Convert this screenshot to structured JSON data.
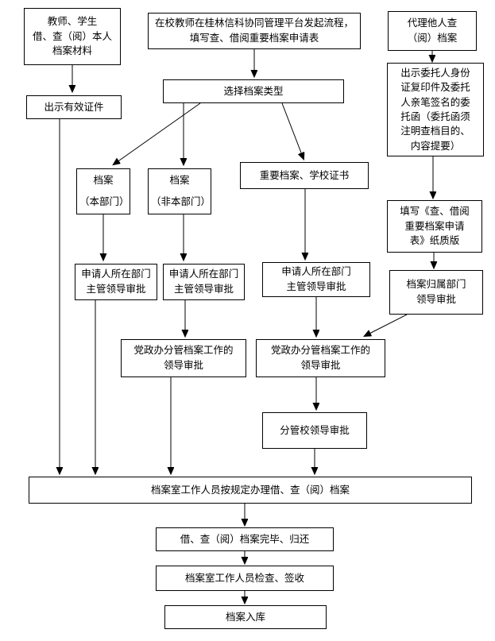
{
  "diagram": {
    "type": "flowchart",
    "colors": {
      "box_border": "#000000",
      "background": "#ffffff",
      "text": "#000000"
    }
  },
  "nodes": {
    "teacher_student": "教师、学生\n借、查（阅）本人\n档案材料",
    "platform": "在校教师在桂林信科协同管理平台发起流程，\n填写查、借阅重要档案申请表",
    "proxy": "代理他人查\n（阅）档案",
    "valid_id": "出示有效证件",
    "select_type": "选择档案类型",
    "authorization": "出示委托人身份\n证复印件及委托\n人亲笔签名的委\n托函（委托函须\n注明查档目的、\n内容提要）",
    "archive_own": "档案\n（本部门）",
    "archive_other": "档案\n（非本部门）",
    "important_archive": "重要档案、学校证书",
    "fill_paper": "填写《查、借阅\n重要档案申请\n表》纸质版",
    "approval_own": "申请人所在部门\n主管领导审批",
    "approval_other": "申请人所在部门\n主管领导审批",
    "approval_important": "申请人所在部门\n主管领导审批",
    "dept_owner_approval": "档案归属部门\n领导审批",
    "party_office_left": "党政办分管档案工作的\n领导审批",
    "party_office_right": "党政办分管档案工作的\n领导审批",
    "school_leader": "分管校领导审批",
    "process_wide": "档案室工作人员按规定办理借、查（阅）档案",
    "return_done": "借、查（阅）档案完毕、归还",
    "check_sign": "档案室工作人员检查、签收",
    "storage": "档案入库"
  },
  "edges": [
    {
      "from": "teacher_student",
      "to": "valid_id"
    },
    {
      "from": "valid_id",
      "to": "process_wide"
    },
    {
      "from": "platform",
      "to": "select_type"
    },
    {
      "from": "select_type",
      "to": "archive_own"
    },
    {
      "from": "select_type",
      "to": "archive_other"
    },
    {
      "from": "select_type",
      "to": "important_archive"
    },
    {
      "from": "archive_own",
      "to": "approval_own"
    },
    {
      "from": "archive_other",
      "to": "approval_other"
    },
    {
      "from": "important_archive",
      "to": "approval_important"
    },
    {
      "from": "approval_own",
      "to": "process_wide"
    },
    {
      "from": "approval_other",
      "to": "party_office_left"
    },
    {
      "from": "party_office_left",
      "to": "process_wide"
    },
    {
      "from": "approval_important",
      "to": "party_office_right"
    },
    {
      "from": "party_office_right",
      "to": "school_leader"
    },
    {
      "from": "school_leader",
      "to": "process_wide"
    },
    {
      "from": "proxy",
      "to": "authorization"
    },
    {
      "from": "authorization",
      "to": "fill_paper"
    },
    {
      "from": "fill_paper",
      "to": "dept_owner_approval"
    },
    {
      "from": "dept_owner_approval",
      "to": "party_office_right"
    },
    {
      "from": "process_wide",
      "to": "return_done"
    },
    {
      "from": "return_done",
      "to": "check_sign"
    },
    {
      "from": "check_sign",
      "to": "storage"
    }
  ]
}
